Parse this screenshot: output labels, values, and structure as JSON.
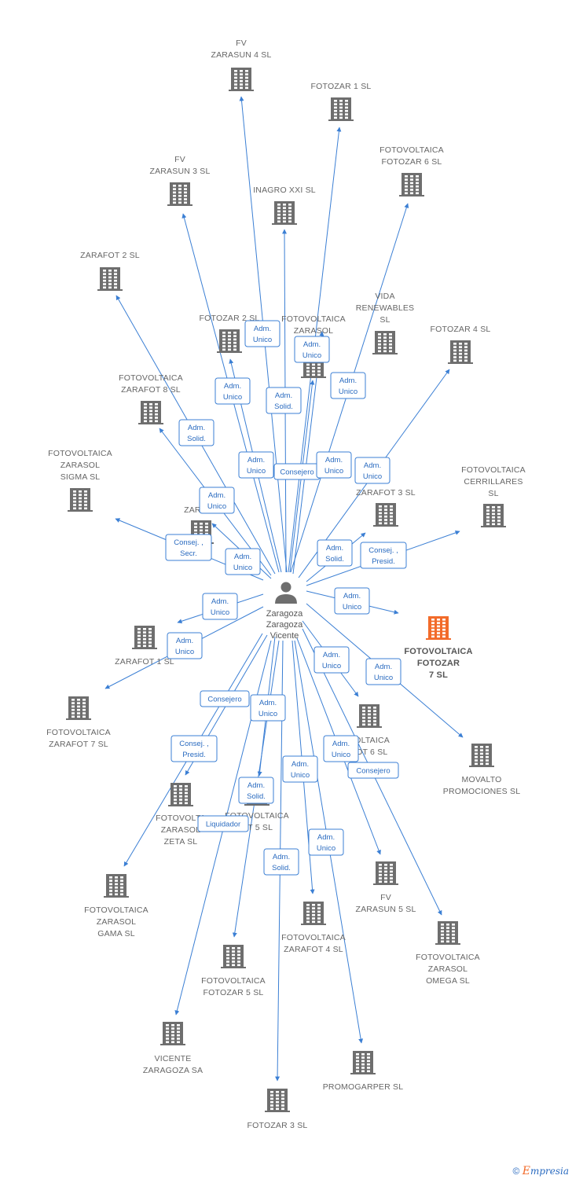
{
  "colors": {
    "edge": "#3b7fd4",
    "node_icon": "#6e6e6e",
    "main_node_icon": "#f26b2a",
    "label": "#666666",
    "role_text": "#2a6bc0"
  },
  "person": {
    "name_lines": [
      "Zaragoza",
      "Zaragoza",
      "Vicente"
    ],
    "icon": "person-icon"
  },
  "nodes": [
    {
      "id": "fv-zarasun-4",
      "lines": [
        "FV",
        "ZARASUN 4  SL"
      ],
      "main": false
    },
    {
      "id": "fotozar-1",
      "lines": [
        "FOTOZAR 1  SL"
      ],
      "main": false
    },
    {
      "id": "fv-fotozar-6",
      "lines": [
        "FOTOVOLTAICA",
        "FOTOZAR 6  SL"
      ],
      "main": false
    },
    {
      "id": "fv-zarasun-3",
      "lines": [
        "FV",
        "ZARASUN 3  SL"
      ],
      "main": false
    },
    {
      "id": "inagro-xxi",
      "lines": [
        "INAGRO XXI SL"
      ],
      "main": false
    },
    {
      "id": "zarafot-2",
      "lines": [
        "ZARAFOT 2  SL"
      ],
      "main": false
    },
    {
      "id": "fotozar-2",
      "lines": [
        "FOTOZAR 2  SL"
      ],
      "main": false
    },
    {
      "id": "fv-zarasol",
      "lines": [
        "FOTOVOLTAICA",
        "ZARASOL"
      ],
      "main": false
    },
    {
      "id": "vida-renewables",
      "lines": [
        "VIDA",
        "RENEWABLES",
        "SL"
      ],
      "main": false
    },
    {
      "id": "fotozar-4",
      "lines": [
        "FOTOZAR 4  SL"
      ],
      "main": false
    },
    {
      "id": "fv-zarafot-8",
      "lines": [
        "FOTOVOLTAICA",
        "ZARAFOT 8  SL"
      ],
      "main": false
    },
    {
      "id": "fv-zarasol-sigma",
      "lines": [
        "FOTOVOLTAICA",
        "ZARASOL",
        "SIGMA  SL"
      ],
      "main": false
    },
    {
      "id": "fv-zarasun-hidden",
      "lines": [
        "F",
        "ZARASU"
      ],
      "main": false
    },
    {
      "id": "zarafot-3",
      "lines": [
        "ZARAFOT 3  SL"
      ],
      "main": false
    },
    {
      "id": "fv-cerrillares",
      "lines": [
        "FOTOVOLTAICA",
        "CERRILLARES",
        "SL"
      ],
      "main": false
    },
    {
      "id": "fv-fotozar-7",
      "lines": [
        "FOTOVOLTAICA",
        "FOTOZAR",
        "7  SL"
      ],
      "main": true
    },
    {
      "id": "zarafot-1",
      "lines": [
        "ZARAFOT 1  SL"
      ],
      "main": false
    },
    {
      "id": "fv-zarafot-7",
      "lines": [
        "FOTOVOLTAICA",
        "ZARAFOT 7  SL"
      ],
      "main": false
    },
    {
      "id": "movalto",
      "lines": [
        "MOVALTO",
        "PROMOCIONES SL"
      ],
      "main": false
    },
    {
      "id": "fv-fot-6",
      "lines": [
        "VOLTAICA",
        "FOT 6  SL"
      ],
      "main": false
    },
    {
      "id": "fv-zarasol-zeta",
      "lines": [
        "FOTOVOLTA",
        "ZARASOL",
        "ZETA  SL"
      ],
      "main": false
    },
    {
      "id": "fv-fot-5",
      "lines": [
        "FOTOVOLTAICA",
        "OT 5  SL"
      ],
      "main": false
    },
    {
      "id": "fv-zarasol-gama",
      "lines": [
        "FOTOVOLTAICA",
        "ZARASOL",
        "GAMA  SL"
      ],
      "main": false
    },
    {
      "id": "fv-zarasun-5",
      "lines": [
        "FV",
        "ZARASUN 5  SL"
      ],
      "main": false
    },
    {
      "id": "fv-zarafot-4",
      "lines": [
        "FOTOVOLTAICA",
        "ZARAFOT 4  SL"
      ],
      "main": false
    },
    {
      "id": "fv-zarasol-omega",
      "lines": [
        "FOTOVOLTAICA",
        "ZARASOL",
        "OMEGA  SL"
      ],
      "main": false
    },
    {
      "id": "fv-fotozar-5",
      "lines": [
        "FOTOVOLTAICA",
        "FOTOZAR 5  SL"
      ],
      "main": false
    },
    {
      "id": "vicente-zaragoza",
      "lines": [
        "VICENTE",
        "ZARAGOZA SA"
      ],
      "main": false
    },
    {
      "id": "promogarper",
      "lines": [
        "PROMOGARPER SL"
      ],
      "main": false
    },
    {
      "id": "fotozar-3",
      "lines": [
        "FOTOZAR 3  SL"
      ],
      "main": false
    }
  ],
  "roles": [
    {
      "id": "r1",
      "lines": [
        "Adm.",
        "Unico"
      ]
    },
    {
      "id": "r2",
      "lines": [
        "Adm.",
        "Unico"
      ]
    },
    {
      "id": "r3",
      "lines": [
        "Adm.",
        "Unico"
      ]
    },
    {
      "id": "r4",
      "lines": [
        "Adm.",
        "Solid."
      ]
    },
    {
      "id": "r5",
      "lines": [
        "Adm.",
        "Unico"
      ]
    },
    {
      "id": "r6",
      "lines": [
        "Adm.",
        "Solid."
      ]
    },
    {
      "id": "r7",
      "lines": [
        "Adm.",
        "Unico"
      ]
    },
    {
      "id": "r8",
      "lines": [
        "Consejero"
      ]
    },
    {
      "id": "r9",
      "lines": [
        "Adm.",
        "Unico"
      ]
    },
    {
      "id": "r10",
      "lines": [
        "Adm.",
        "Unico"
      ]
    },
    {
      "id": "r11",
      "lines": [
        "Adm.",
        "Unico"
      ]
    },
    {
      "id": "r12",
      "lines": [
        "Consej. ,",
        "Secr."
      ]
    },
    {
      "id": "r13",
      "lines": [
        "Adm.",
        "Unico"
      ]
    },
    {
      "id": "r14",
      "lines": [
        "Adm.",
        "Solid."
      ]
    },
    {
      "id": "r15",
      "lines": [
        "Consej. ,",
        "Presid."
      ]
    },
    {
      "id": "r16",
      "lines": [
        "Adm.",
        "Unico"
      ]
    },
    {
      "id": "r17",
      "lines": [
        "Adm.",
        "Unico"
      ]
    },
    {
      "id": "r18",
      "lines": [
        "Adm.",
        "Unico"
      ]
    },
    {
      "id": "r19",
      "lines": [
        "Adm.",
        "Unico"
      ]
    },
    {
      "id": "r20",
      "lines": [
        "Adm.",
        "Unico"
      ]
    },
    {
      "id": "r21",
      "lines": [
        "Consejero"
      ]
    },
    {
      "id": "r22",
      "lines": [
        "Adm.",
        "Unico"
      ]
    },
    {
      "id": "r23",
      "lines": [
        "Consej. ,",
        "Presid."
      ]
    },
    {
      "id": "r24",
      "lines": [
        "Adm.",
        "Unico"
      ]
    },
    {
      "id": "r25",
      "lines": [
        "Consejero"
      ]
    },
    {
      "id": "r26",
      "lines": [
        "Adm.",
        "Solid."
      ]
    },
    {
      "id": "r27",
      "lines": [
        "Adm.",
        "Unico"
      ]
    },
    {
      "id": "r28",
      "lines": [
        "Liquidador"
      ]
    },
    {
      "id": "r29",
      "lines": [
        "Adm.",
        "Unico"
      ]
    },
    {
      "id": "r30",
      "lines": [
        "Adm.",
        "Solid."
      ]
    }
  ],
  "brand": {
    "copyright": "©",
    "e": "E",
    "rest": "mpresia"
  }
}
